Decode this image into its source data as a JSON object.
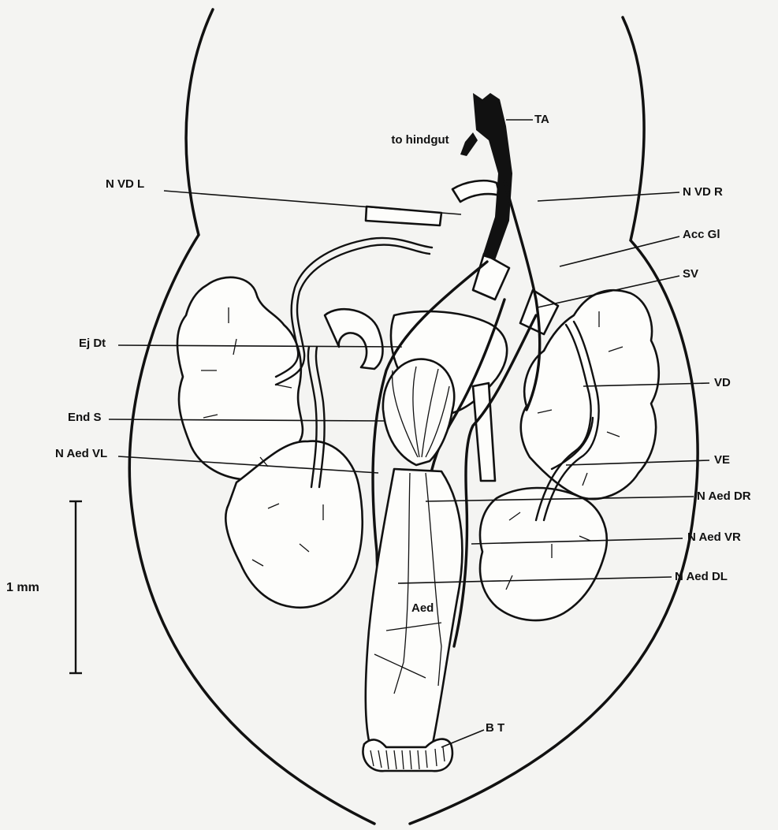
{
  "labels": {
    "ta": "TA",
    "to_hindgut": "to hindgut",
    "n_vd_l": "N VD L",
    "n_vd_r": "N VD R",
    "acc_gl": "Acc Gl",
    "sv": "SV",
    "ej_dt": "Ej Dt",
    "vd": "VD",
    "end_s": "End S",
    "n_aed_vl": "N Aed VL",
    "ve": "VE",
    "n_aed_dr": "N Aed DR",
    "n_aed_vr": "N Aed VR",
    "n_aed_dl": "N Aed DL",
    "aed": "Aed",
    "bt": "B T",
    "scale": "1 mm"
  },
  "colors": {
    "ink": "#111111",
    "paper": "#f4f4f2"
  }
}
